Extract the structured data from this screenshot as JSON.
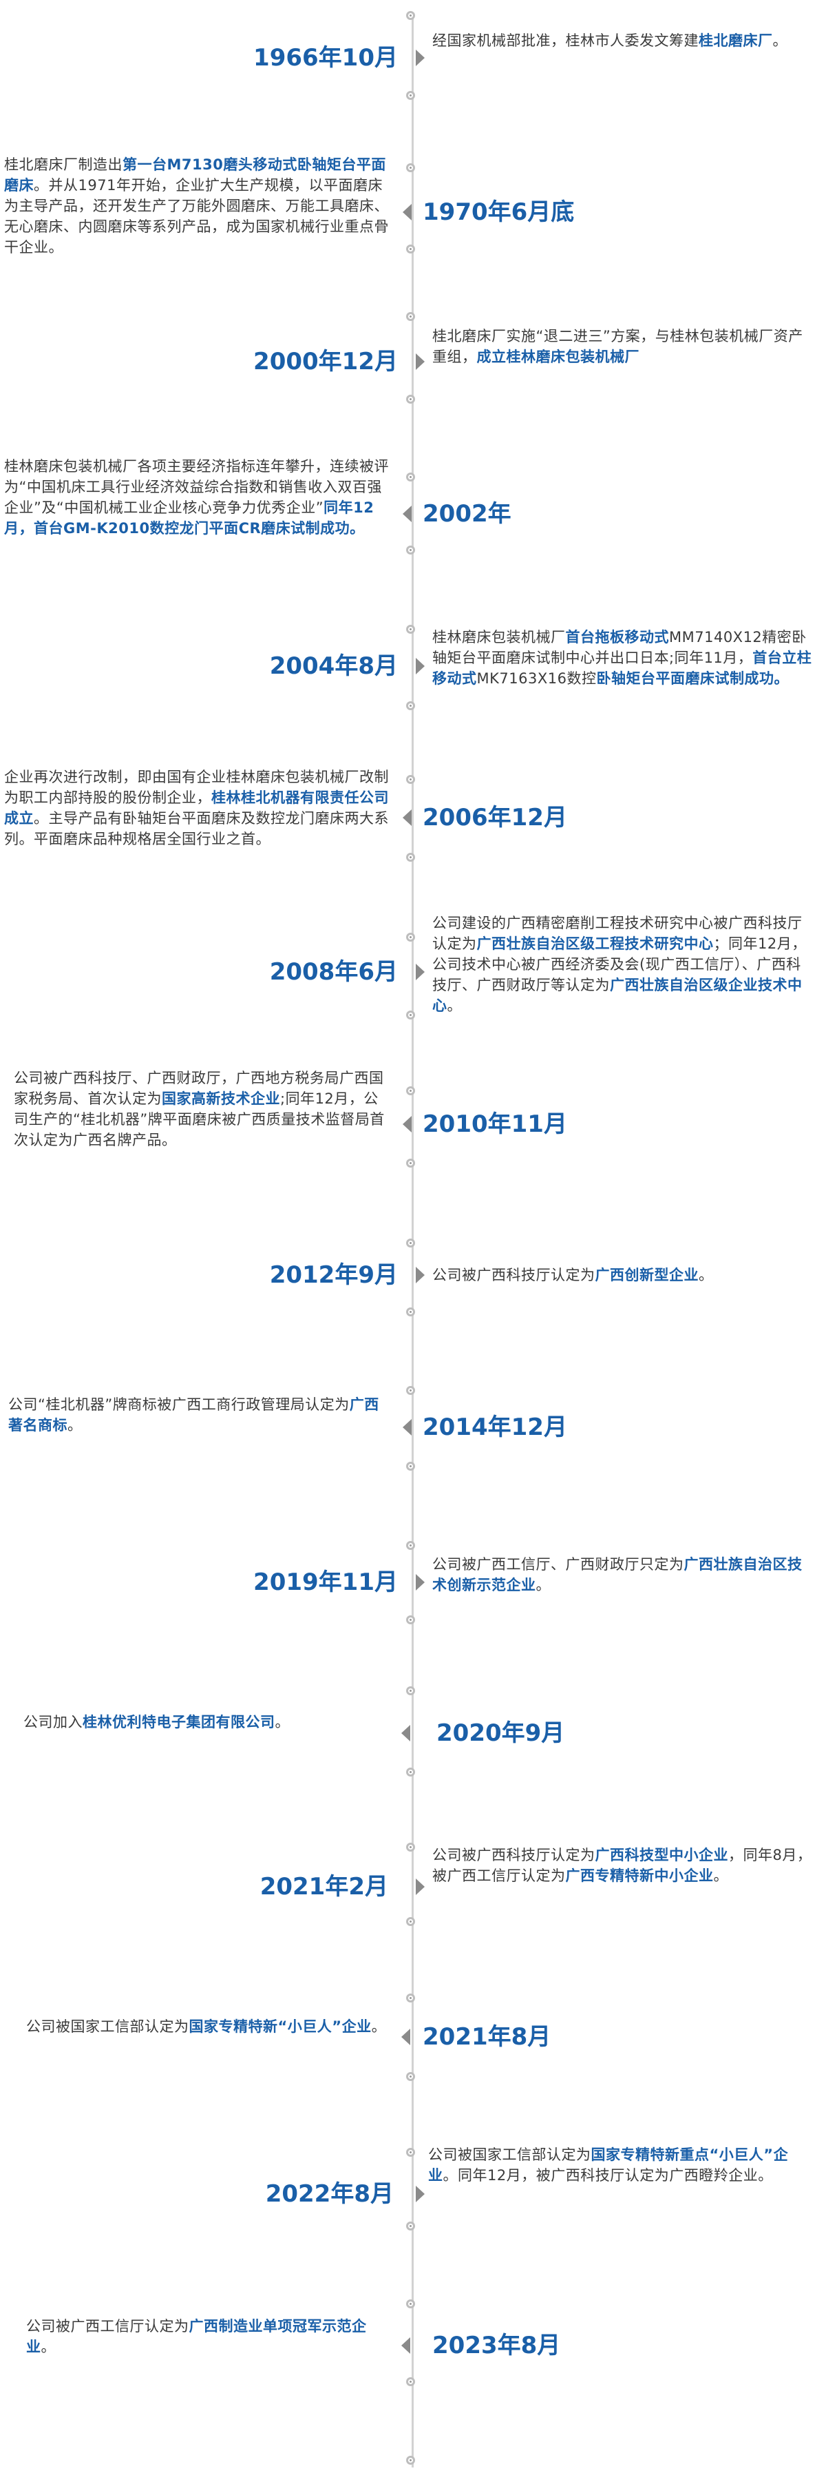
{
  "events": [
    {
      "date": "1966年10月",
      "segments": [
        "经国家机械部批准，桂林市人委发文筹建",
        "桂北磨床厂",
        "。"
      ]
    },
    {
      "date": "1970年6月底",
      "segments": [
        "桂北磨床厂制造出",
        "第一台M7130磨头移动式卧轴矩台平面磨床",
        "。并从1971年开始，企业扩大生产规模，以平面磨床为主导产品，还开发生产了万能外圆磨床、万能工具磨床、无心磨床、内圆磨床等系列产品，成为国家机械行业重点骨干企业。"
      ]
    },
    {
      "date": "2000年12月",
      "segments": [
        "桂北磨床厂实施“退二进三”方案，与桂林包装机械厂资产重组，",
        "成立桂林磨床包装机械厂",
        ""
      ]
    },
    {
      "date": "2002年",
      "segments": [
        "桂林磨床包装机械厂各项主要经济指标连年攀升，连续被评为“中国机床工具行业经济效益综合指数和销售收入双百强企业”及“中国机械工业企业核心竞争力优秀企业”",
        "同年12月，首台GM-K2010数控龙门平面CR磨床试制成功。",
        ""
      ]
    },
    {
      "date": "2004年8月",
      "segments": [
        "桂林磨床包装机械厂",
        "首台拖板移动式",
        "MM7140X12精密卧轴矩台平面磨床试制中心并出口日本;同年11月，",
        "首台立柱移动式",
        "MK7163X16数控",
        "卧轴矩台平面磨床试制成功。",
        ""
      ]
    },
    {
      "date": "2006年12月",
      "segments": [
        "企业再次进行改制，即由国有企业桂林磨床包装机械厂改制为职工内部持股的股份制企业，",
        "桂林桂北机器有限责任公司成立",
        "。主导产品有卧轴矩台平面磨床及数控龙门磨床两大系列。平面磨床品种规格居全国行业之首。"
      ]
    },
    {
      "date": "2008年6月",
      "segments": [
        "公司建设的广西精密磨削工程技术研究中心被广西科技厅认定为",
        "广西壮族自治区级工程技术研究中心",
        "；同年12月，公司技术中心被广西经济委及会(现广西工信厅）、广西科技厅、广西财政厅等认定为",
        "广西壮族自治区级企业技术中心",
        "。"
      ]
    },
    {
      "date": "2010年11月",
      "segments": [
        "公司被广西科技厅、广西财政厅，广西地方税务局广西国家税务局、首次认定为",
        "国家高新技术企业",
        ";同年12月，公司生产的“桂北机器”牌平面磨床被广西质量技术监督局首次认定为广西名牌产品。"
      ]
    },
    {
      "date": "2012年9月",
      "segments": [
        "公司被广西科技厅认定为",
        "广西创新型企业",
        "。"
      ]
    },
    {
      "date": "2014年12月",
      "segments": [
        "公司“桂北机器”牌商标被广西工商行政管理局认定为",
        "广西著名商标",
        "。"
      ]
    },
    {
      "date": "2019年11月",
      "segments": [
        "公司被广西工信厅、广西财政厅只定为",
        "广西壮族自治区技术创新示范企业",
        "。"
      ]
    },
    {
      "date": "2020年9月",
      "segments": [
        "公司加入",
        "桂林优利特电子集团有限公司",
        "。"
      ]
    },
    {
      "date": "2021年2月",
      "segments": [
        "公司被广西科技厅认定为",
        "广西科技型中小企业",
        "，同年8月，被广西工信厅认定为",
        "广西专精特新中小企业",
        "。"
      ]
    },
    {
      "date": "2021年8月",
      "segments": [
        "公司被国家工信部认定为",
        "国家专精特新“小巨人”企业",
        "。"
      ]
    },
    {
      "date": "2022年8月",
      "segments": [
        "公司被国家工信部认定为",
        "国家专精特新重点“小巨人”企业",
        "。同年12月，被广西科技厅认定为广西瞪羚企业。"
      ]
    },
    {
      "date": "2023年8月",
      "segments": [
        "公司被广西工信厅认定为",
        "广西制造业单项冠军示范企业",
        "。"
      ]
    }
  ]
}
